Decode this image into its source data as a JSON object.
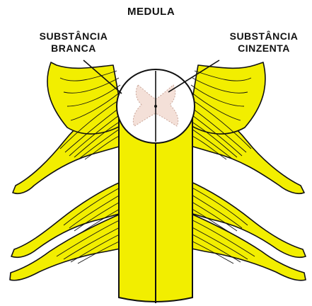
{
  "diagram": {
    "title": "MEDULA",
    "labels": {
      "white_matter": [
        "SUBSTÂNCIA",
        "BRANCA"
      ],
      "gray_matter": [
        "SUBSTÂNCIA",
        "CINZENTA"
      ]
    },
    "colors": {
      "cord": "#f2ee00",
      "outline": "#111111",
      "gray_matter_tint": "#f4e0d8",
      "cross_section": "#ffffff"
    }
  }
}
